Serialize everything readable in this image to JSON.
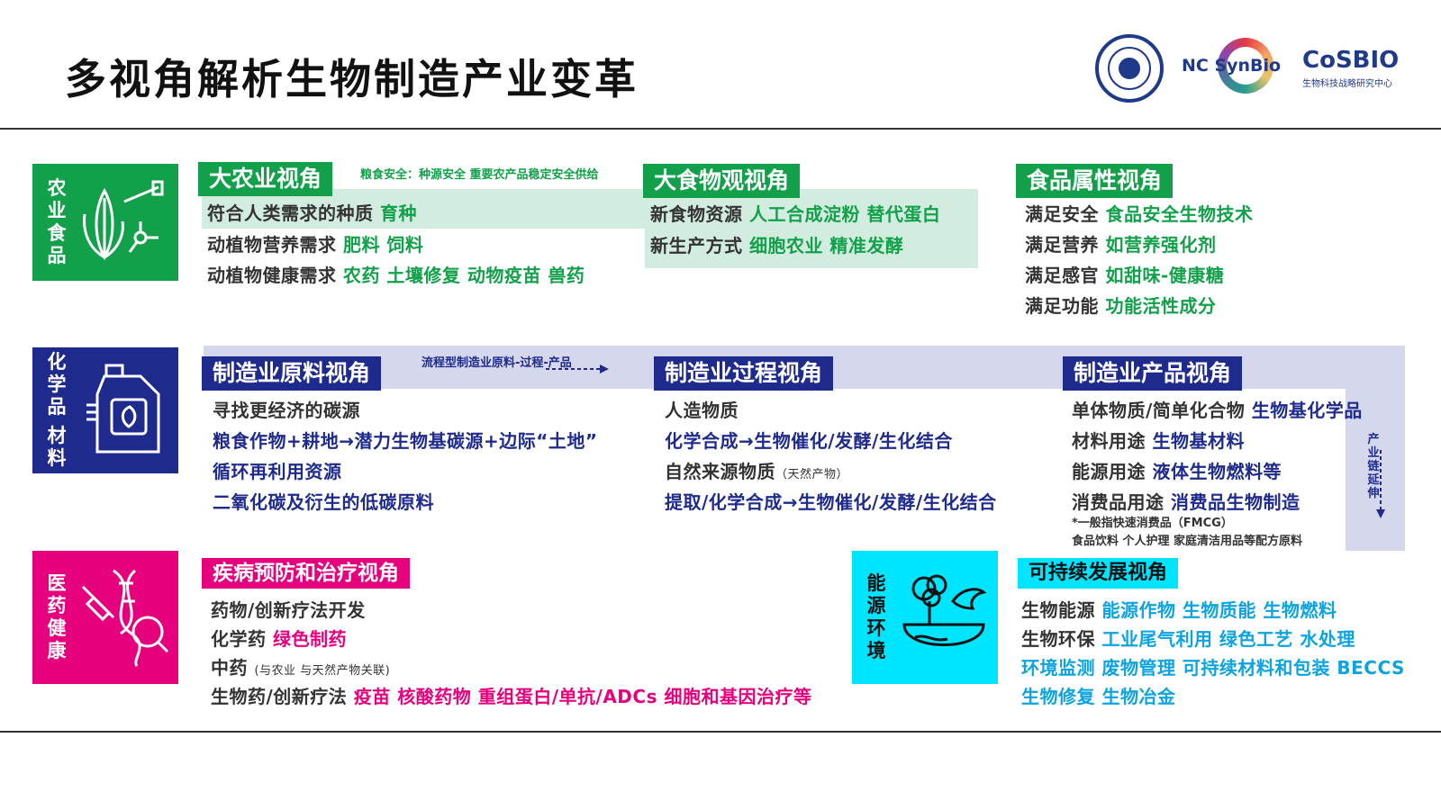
{
  "title": "多视角解析生物制造产业变革",
  "logos": {
    "nc": "NC SynBio",
    "cosbio": "CoSBIO",
    "cosbio_sub": "生物科技战略研究中心"
  },
  "categories": {
    "agri": [
      "农",
      "业",
      "食",
      "品"
    ],
    "chem": [
      "化",
      "学",
      "品",
      "",
      "材",
      "料"
    ],
    "med": [
      "医",
      "药",
      "健",
      "康"
    ],
    "energy": [
      "能",
      "源",
      "环",
      "境"
    ]
  },
  "agri": {
    "big_agri": {
      "heading": "大农业视角",
      "note": "粮食安全：种源安全 重要农产品稳定安全供给",
      "lines": [
        {
          "a": "符合人类需求的种质",
          "b": "育种"
        },
        {
          "a": "动植物营养需求",
          "b": "肥料 饲料"
        },
        {
          "a": "动植物健康需求",
          "b": "农药 土壤修复 动物疫苗 兽药"
        }
      ]
    },
    "big_food": {
      "heading": "大食物观视角",
      "lines": [
        {
          "a": "新食物资源",
          "b": "人工合成淀粉 替代蛋白"
        },
        {
          "a": "新生产方式",
          "b": "细胞农业 精准发酵"
        }
      ]
    },
    "food_attr": {
      "heading": "食品属性视角",
      "lines": [
        {
          "a": "满足安全",
          "b": "食品安全生物技术"
        },
        {
          "a": "满足营养",
          "b": "如营养强化剂"
        },
        {
          "a": "满足感官",
          "b": "如甜味-健康糖"
        },
        {
          "a": "满足功能",
          "b": "功能活性成分"
        }
      ]
    }
  },
  "chem": {
    "raw": {
      "heading": "制造业原料视角",
      "note": "流程型制造业原料-过程-产品",
      "lines": [
        "寻找更经济的碳源",
        "粮食作物+耕地→潜力生物基碳源+边际“土地”",
        "循环再利用资源",
        "二氧化碳及衍生的低碳原料"
      ]
    },
    "process": {
      "heading": "制造业过程视角",
      "line1": "人造物质",
      "line2": "化学合成→生物催化/发酵/生化结合",
      "line3a": "自然来源物质",
      "line3b": "（天然产物）",
      "line4": "提取/化学合成→生物催化/发酵/生化结合"
    },
    "product": {
      "heading": "制造业产品视角",
      "lines": [
        {
          "a": "单体物质/简单化合物",
          "b": "生物基化学品"
        },
        {
          "a": "材料用途",
          "b": "生物基材料"
        },
        {
          "a": "能源用途",
          "b": "液体生物燃料等"
        },
        {
          "a": "消费品用途",
          "b": "消费品生物制造"
        }
      ],
      "footnote1": "*一般指快速消费品（FMCG）",
      "footnote2": "食品饮料 个人护理 家庭清洁用品等配方原料",
      "chain": [
        "产",
        "业",
        "链",
        "延",
        "伸"
      ]
    }
  },
  "med": {
    "heading": "疾病预防和治疗视角",
    "line1": "药物/创新疗法开发",
    "line2a": "化学药",
    "line2b": "绿色制药",
    "line3a": "中药",
    "line3b": "(与农业 与天然产物关联)",
    "line4a": "生物药/创新疗法",
    "line4b": "疫苗 核酸药物 重组蛋白/单抗/ADCs 细胞和基因治疗等"
  },
  "energy": {
    "heading": "可持续发展视角",
    "lines": [
      {
        "a": "生物能源",
        "b": "能源作物 生物质能 生物燃料"
      },
      {
        "a": "生物环保",
        "b": "工业尾气利用 绿色工艺 水处理"
      },
      {
        "a": "",
        "b": "环境监测 废物管理 可持续材料和包装 BECCS"
      },
      {
        "a": "",
        "b": "生物修复 生物冶金"
      }
    ]
  },
  "colors": {
    "green": "#12a14a",
    "navy": "#1f2b8c",
    "pink": "#e6007e",
    "cyan": "#00e5ff",
    "cyan_text": "#0ba3e0"
  }
}
